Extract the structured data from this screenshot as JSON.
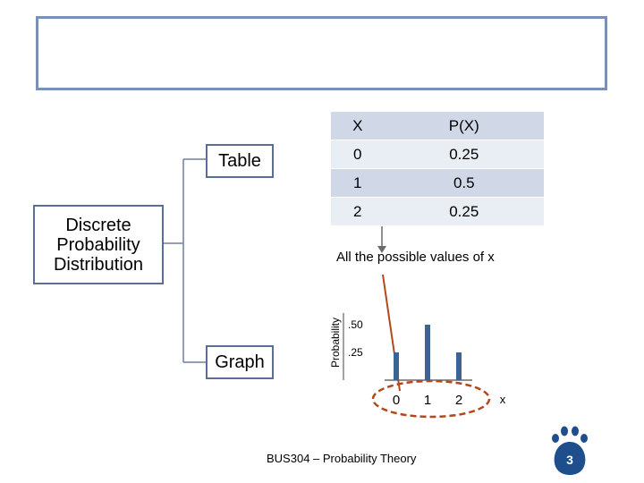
{
  "diagram": {
    "root": {
      "lines": [
        "Discrete",
        "Probability",
        "Distribution"
      ]
    },
    "branches": {
      "table": "Table",
      "graph": "Graph"
    }
  },
  "table": {
    "headers": [
      "X",
      "P(X)"
    ],
    "rows": [
      [
        "0",
        "0.25"
      ],
      [
        "1",
        "0.5"
      ],
      [
        "2",
        "0.25"
      ]
    ]
  },
  "caption": "All the possible values of x",
  "chart_data": {
    "type": "bar",
    "x": [
      0,
      1,
      2
    ],
    "x_tick_labels": [
      "0",
      "1",
      "2"
    ],
    "values": [
      0.25,
      0.5,
      0.25
    ],
    "y_tick_labels": [
      ".50",
      ".25"
    ],
    "y_ticks": [
      0.5,
      0.25
    ],
    "xlabel": "x",
    "ylabel": "Probability",
    "bar_color": "#3d6296",
    "highlight_color": "#b5471c"
  },
  "footer": "BUS304 – Probability Theory",
  "slide_number": "3",
  "colors": {
    "accent": "#7b90b5",
    "node_border": "#5a6e96",
    "paw": "#1f4e8c"
  }
}
